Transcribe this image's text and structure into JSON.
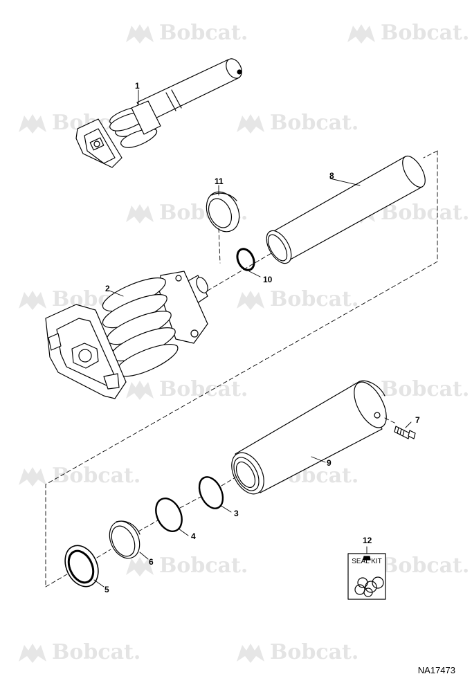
{
  "watermark": {
    "text": "Bobcat.",
    "icon": "bobcat-logo-icon"
  },
  "callouts": {
    "c1": "1",
    "c2": "2",
    "c3": "3",
    "c4": "4",
    "c5": "5",
    "c6": "6",
    "c7": "7",
    "c8": "8",
    "c9": "9",
    "c10": "10",
    "c11": "11",
    "c12": "12"
  },
  "seal_kit": {
    "label": "SEAL KIT"
  },
  "drawing_ref": "NA17473",
  "colors": {
    "line": "#000000",
    "watermark": "#e4e4e4",
    "fill": "#ffffff"
  }
}
